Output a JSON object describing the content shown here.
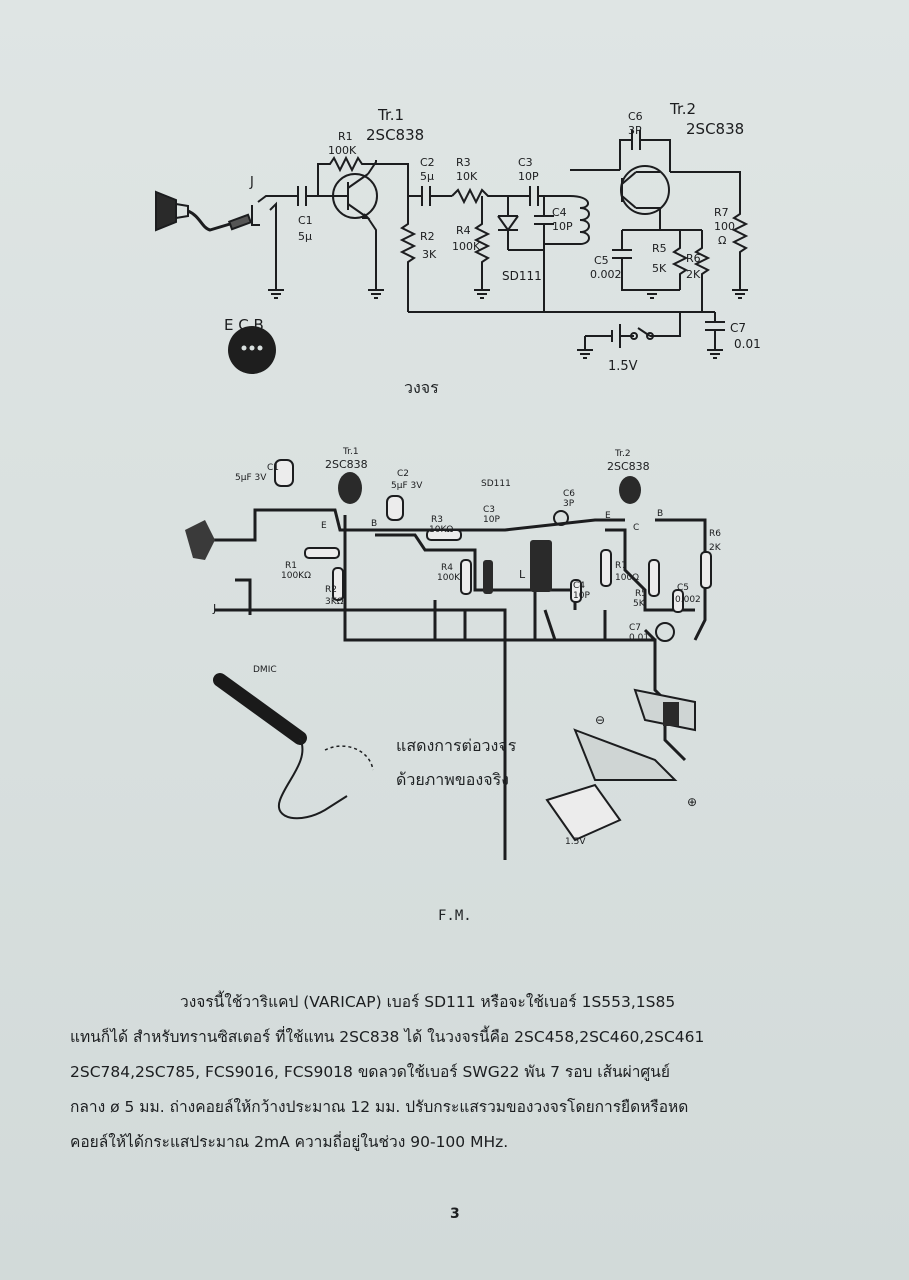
{
  "schematic": {
    "labels": {
      "tr1": "Tr.1",
      "tr1_part": "2SC838",
      "tr2": "Tr.2",
      "tr2_part": "2SC838",
      "r1": "R1",
      "r1_val": "100K",
      "r2": "R2",
      "r2_val": "3K",
      "r3": "R3",
      "r3_val": "10K",
      "r4": "R4",
      "r4_val": "100K",
      "r5": "R5",
      "r5_val": "5K",
      "r6": "R6",
      "r6_val": "2K",
      "r7": "R7",
      "r7_val_1": "100",
      "r7_val_2": "Ω",
      "c1": "C1",
      "c1_val": "5μ",
      "c2": "C2",
      "c2_val": "5μ",
      "c3": "C3",
      "c3_val": "10P",
      "c4": "C4",
      "c4_val": "10P",
      "c5": "C5",
      "c5_val": "0.002",
      "c6": "C6",
      "c6_val": "3P",
      "c7": "C7",
      "c7_val": "0.01",
      "diode": "SD111",
      "jack": "J",
      "battery": "1.5V",
      "ecb": "E C B"
    },
    "caption": "วงจร"
  },
  "wiring": {
    "labels": {
      "c1": "C1",
      "c1_val": "5μF 3V",
      "tr1": "Tr.1",
      "tr1_part": "2SC838",
      "c2": "C2",
      "c2_val": "5μF 3V",
      "sd": "SD111",
      "c6": "C6",
      "c6_val": "3P",
      "tr2": "Tr.2",
      "tr2_part": "2SC838",
      "r1": "R1",
      "r1_val": "100KΩ",
      "r2": "R2",
      "r2_val": "3KΩ",
      "r3": "R3",
      "r3_val": "10KΩ",
      "c3": "C3",
      "c3_val": "10P",
      "r4": "R4",
      "r4_val": "100K",
      "l": "L",
      "c4": "C4",
      "c4_val": "10P",
      "r7": "R7",
      "r7_val": "100Ω",
      "r5": "R5",
      "r5_val": "5K",
      "r6": "R6",
      "r6_val": "2K",
      "c5": "C5",
      "c5_val": "0.002",
      "c7": "C7",
      "c7_val": "0.01",
      "e1": "E",
      "b1": "B",
      "e2": "E",
      "c_2": "C",
      "b2": "B",
      "j": "J",
      "dmic": "DMIC",
      "batt": "1.5V",
      "minus": "⊖",
      "plus": "⊕"
    },
    "caption_line1": "แสดงการต่อวงจร",
    "caption_line2": "ด้วยภาพของจริง"
  },
  "fm_label": "F.M.",
  "paragraph": [
    "วงจรนี้ใช้วาริแคป (VARICAP)  เบอร์ SD111  หรือจะใช้เบอร์ 1S553,1S85",
    "แทนก็ได้ สำหรับทรานซิสเตอร์ ที่ใช้แทน 2SC838 ได้ ในวงจรนี้คือ 2SC458,2SC460,2SC461",
    "2SC784,2SC785, FCS9016, FCS9018   ขดลวดใช้เบอร์ SWG22  พัน 7 รอบ เส้นผ่าศูนย์",
    "กลาง ø 5 มม. ถ่างคอยล์ให้กว้างประมาณ 12 มม. ปรับกระแสรวมของวงจรโดยการยืดหรือหด",
    "คอยล์ให้ได้กระแสประมาณ 2mA  ความถี่อยู่ในช่วง 90-100 MHz."
  ],
  "page_number": "3"
}
